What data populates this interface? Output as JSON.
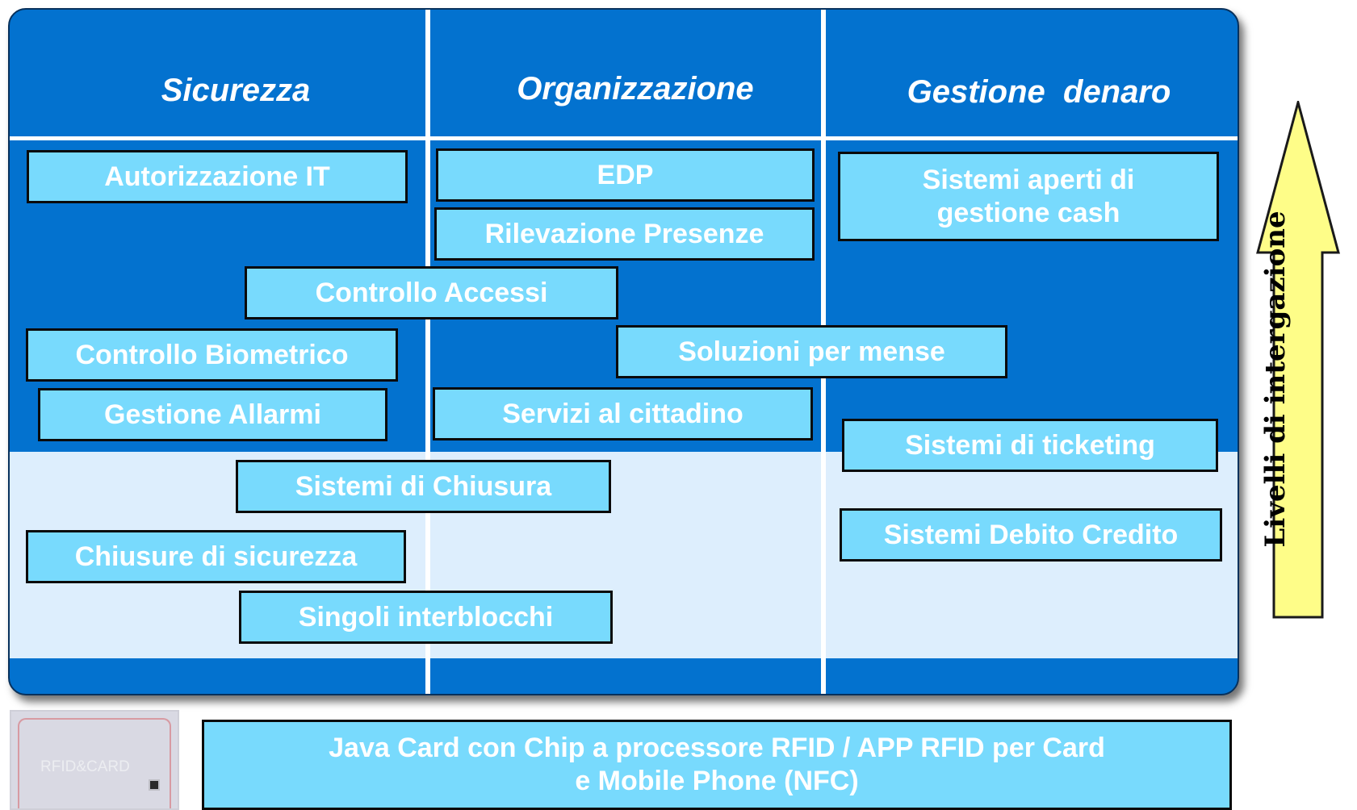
{
  "columns": {
    "sicurezza": "Sicurezza",
    "organizzazione": "Organizzazione",
    "gestione_denaro": "Gestione  denaro"
  },
  "boxes": {
    "autorizzazione_it": "Autorizzazione IT",
    "edp": "EDP",
    "sistemi_aperti": "Sistemi aperti di\ngestione cash",
    "rilevazione_presenze": "Rilevazione Presenze",
    "controllo_accessi": "Controllo Accessi",
    "controllo_biometrico": "Controllo Biometrico",
    "soluzioni_mense": "Soluzioni per mense",
    "gestione_allarmi": "Gestione Allarmi",
    "servizi_cittadino": "Servizi al cittadino",
    "sistemi_ticketing": "Sistemi di ticketing",
    "sistemi_chiusura": "Sistemi di Chiusura",
    "sistemi_debito_credito": "Sistemi Debito Credito",
    "chiusure_sicurezza": "Chiusure di sicurezza",
    "singoli_interblocchi": "Singoli interblocchi",
    "java_card": "Java Card con Chip a processore RFID / APP RFID per Card\ne Mobile Phone (NFC)"
  },
  "arrow_label": "Livelli di intergazione",
  "card_text": "RFID&CARD",
  "colors": {
    "panel_blue": "#0372cf",
    "light_band": "#ddeefd",
    "box_fill": "#78dafd",
    "arrow_fill": "#fefd88"
  }
}
